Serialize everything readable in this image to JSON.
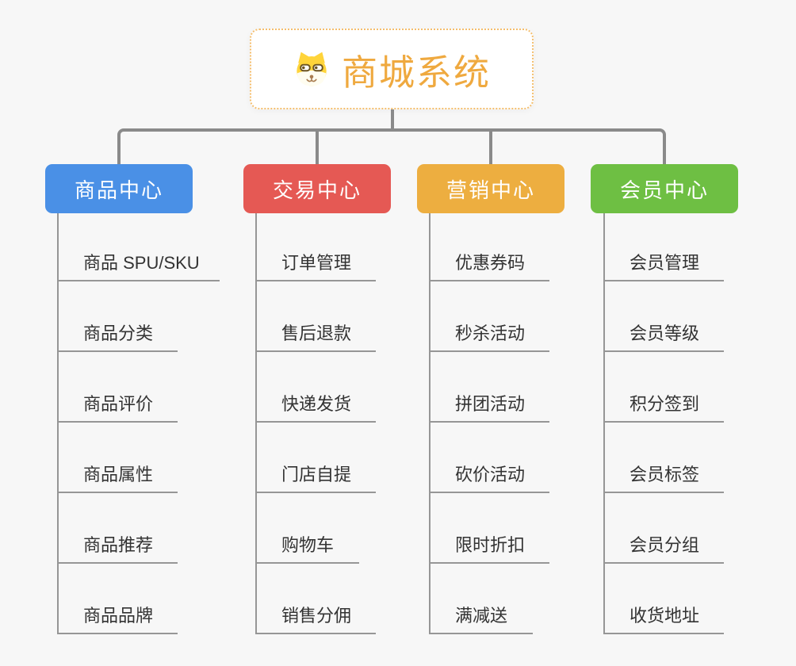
{
  "colors": {
    "background": "#F7F7F7",
    "connector": "#8A8A8A",
    "item_line": "#969696",
    "item_text": "#333333",
    "root_text": "#EFA93F",
    "root_border": "#F4BE6D"
  },
  "root": {
    "label": "商城系统",
    "icon": "shiba-dog-icon"
  },
  "branches": [
    {
      "label": "商品中心",
      "color": "#4A90E6",
      "items": [
        "商品 SPU/SKU",
        "商品分类",
        "商品评价",
        "商品属性",
        "商品推荐",
        "商品品牌"
      ]
    },
    {
      "label": "交易中心",
      "color": "#E55954",
      "items": [
        "订单管理",
        "售后退款",
        "快递发货",
        "门店自提",
        "购物车",
        "销售分佣"
      ]
    },
    {
      "label": "营销中心",
      "color": "#EDAE40",
      "items": [
        "优惠券码",
        "秒杀活动",
        "拼团活动",
        "砍价活动",
        "限时折扣",
        "满减送"
      ]
    },
    {
      "label": "会员中心",
      "color": "#6EBF43",
      "items": [
        "会员管理",
        "会员等级",
        "积分签到",
        "会员标签",
        "会员分组",
        "收货地址"
      ]
    }
  ]
}
